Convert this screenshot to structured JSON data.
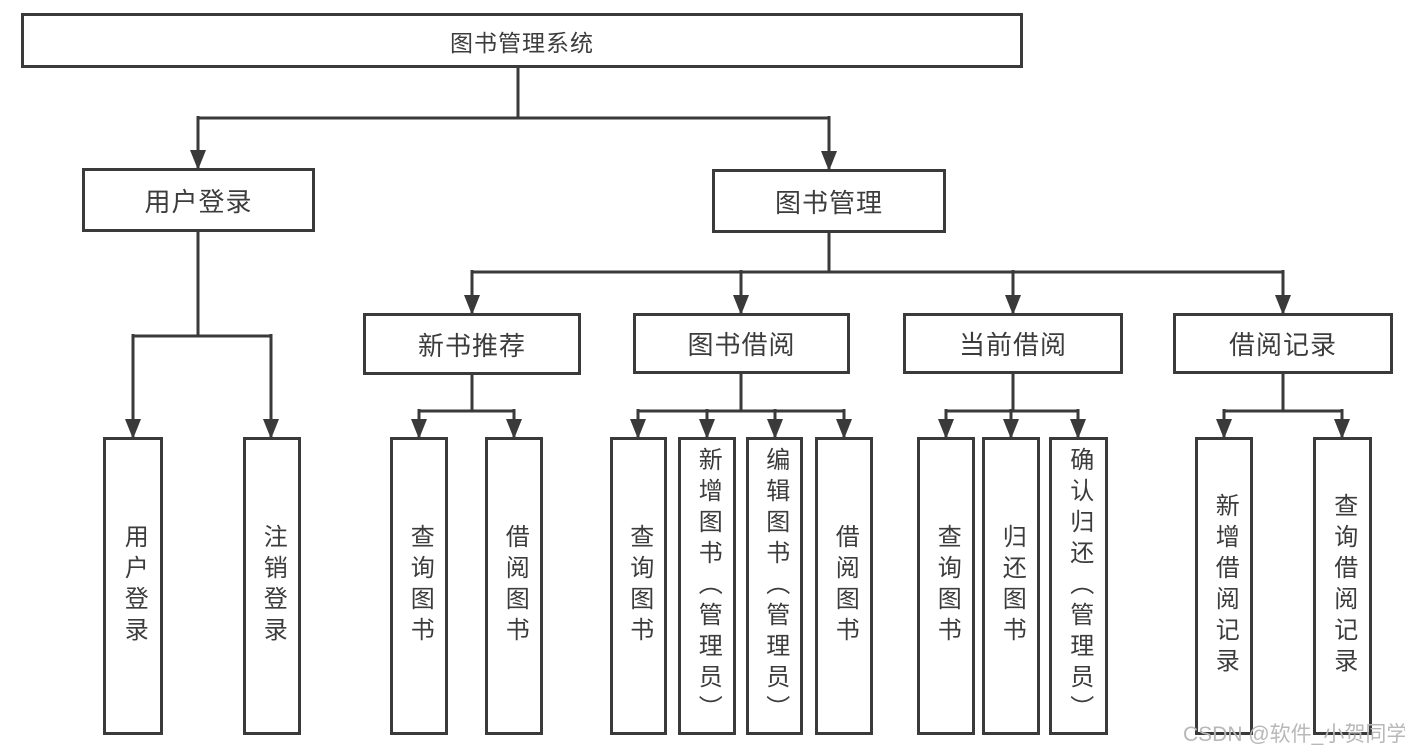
{
  "root": {
    "label": "图书管理系统"
  },
  "level2": [
    {
      "label": "用户登录"
    },
    {
      "label": "图书管理"
    }
  ],
  "level3": [
    {
      "label": "新书推荐"
    },
    {
      "label": "图书借阅"
    },
    {
      "label": "当前借阅"
    },
    {
      "label": "借阅记录"
    }
  ],
  "leaf_groups": [
    {
      "parent": "用户登录",
      "items": [
        {
          "label": "用户登录"
        },
        {
          "label": "注销登录"
        }
      ]
    },
    {
      "parent": "新书推荐",
      "items": [
        {
          "label": "查询图书"
        },
        {
          "label": "借阅图书"
        }
      ]
    },
    {
      "parent": "图书借阅",
      "items": [
        {
          "label": "查询图书"
        },
        {
          "label": "新增图书（管理员）"
        },
        {
          "label": "编辑图书（管理员）"
        },
        {
          "label": "借阅图书"
        }
      ]
    },
    {
      "parent": "当前借阅",
      "items": [
        {
          "label": "查询图书"
        },
        {
          "label": "归还图书"
        },
        {
          "label": "确认归还（管理员）"
        }
      ]
    },
    {
      "parent": "借阅记录",
      "items": [
        {
          "label": "新增借阅记录"
        },
        {
          "label": "查询借阅记录"
        }
      ]
    }
  ],
  "watermark": "CSDN @软件_小贺同学",
  "colors": {
    "line": "#3a3a3a",
    "text": "#3c3c3c",
    "watermark": "#b8b8b8",
    "background": "#ffffff"
  }
}
